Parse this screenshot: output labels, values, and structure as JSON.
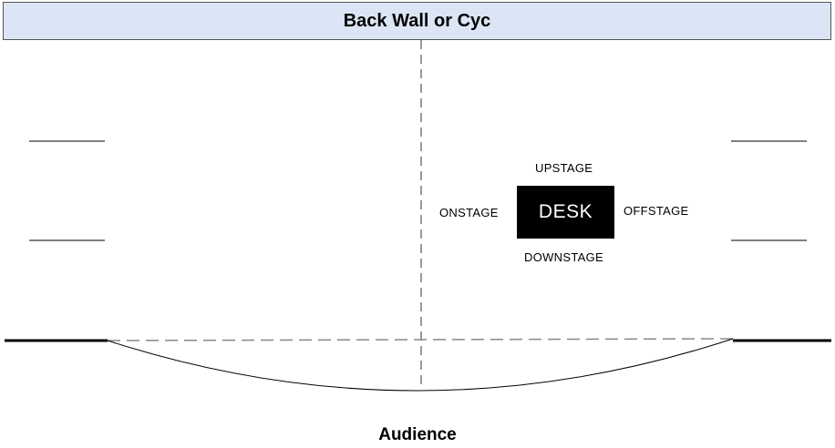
{
  "back_wall": {
    "label": "Back Wall or Cyc",
    "fill_color": "#dbe5f5"
  },
  "desk": {
    "label": "DESK",
    "fill_color": "#000000",
    "text_color": "#ffffff"
  },
  "directions": {
    "upstage": "UPSTAGE",
    "onstage": "ONSTAGE",
    "offstage": "OFFSTAGE",
    "downstage": "DOWNSTAGE"
  },
  "audience": {
    "label": "Audience"
  }
}
